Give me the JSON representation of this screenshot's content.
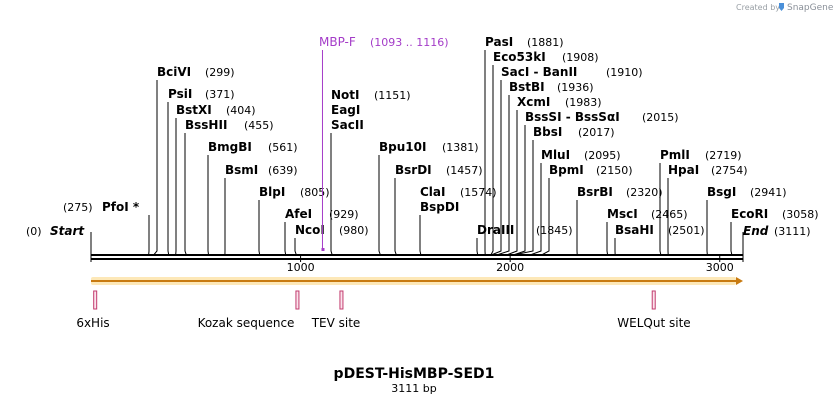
{
  "construct": {
    "name": "pDEST-HisMBP-SED1",
    "length_label": "3111 bp",
    "length": 3111
  },
  "branding": {
    "created_by": "Created by",
    "name": "SnapGene",
    "logo_color": "#4a90d9"
  },
  "colors": {
    "backbone": "#000000",
    "orf_arrow": "#f5b041",
    "orf_arrow_outline": "#c87a10",
    "primer": "#a43cc8",
    "feature_marker": "#c23b6e"
  },
  "ends": {
    "start": {
      "label": "Start",
      "pos": "(0)"
    },
    "end": {
      "label": "End",
      "pos": "(3111)"
    }
  },
  "ticks": [
    {
      "label": "1000",
      "value": 1000
    },
    {
      "label": "2000",
      "value": 2000
    },
    {
      "label": "3000",
      "value": 3000
    }
  ],
  "primer": {
    "name": "MBP-F",
    "range": "(1093 .. 1116)",
    "start": 1093,
    "end": 1116
  },
  "sites": [
    {
      "name": "PfoI *",
      "pos": "(275)",
      "value": 275
    },
    {
      "name": "BciVI",
      "pos": "(299)",
      "value": 299
    },
    {
      "name": "PsiI",
      "pos": "(371)",
      "value": 371
    },
    {
      "name": "BstXI",
      "pos": "(404)",
      "value": 404
    },
    {
      "name": "BssHII",
      "pos": "(455)",
      "value": 455
    },
    {
      "name": "BmgBI",
      "pos": "(561)",
      "value": 561
    },
    {
      "name": "BsmI",
      "pos": "(639)",
      "value": 639
    },
    {
      "name": "BlpI",
      "pos": "(805)",
      "value": 805
    },
    {
      "name": "AfeI",
      "pos": "(929)",
      "value": 929
    },
    {
      "name": "NcoI",
      "pos": "(980)",
      "value": 980
    },
    {
      "names": [
        "NotI",
        "EagI",
        "SacII"
      ],
      "pos": "(1151)",
      "value": 1151
    },
    {
      "name": "Bpu10I",
      "pos": "(1381)",
      "value": 1381
    },
    {
      "name": "BsrDI",
      "pos": "(1457)",
      "value": 1457
    },
    {
      "names": [
        "ClaI",
        "BspDI"
      ],
      "pos": "(1574)",
      "value": 1574
    },
    {
      "name": "DraIII",
      "pos": "(1845)",
      "value": 1845
    },
    {
      "name": "PasI",
      "pos": "(1881)",
      "value": 1881
    },
    {
      "name": "Eco53kI",
      "pos": "(1908)",
      "value": 1908
    },
    {
      "name": "SacI - BanII",
      "pos": "(1910)",
      "value": 1910
    },
    {
      "name": "BstBI",
      "pos": "(1936)",
      "value": 1936
    },
    {
      "name": "XcmI",
      "pos": "(1983)",
      "value": 1983
    },
    {
      "name": "BssSI - BssSαI",
      "pos": "(2015)",
      "value": 2015
    },
    {
      "name": "BbsI",
      "pos": "(2017)",
      "value": 2017
    },
    {
      "name": "MluI",
      "pos": "(2095)",
      "value": 2095
    },
    {
      "name": "BpmI",
      "pos": "(2150)",
      "value": 2150
    },
    {
      "name": "BsrBI",
      "pos": "(2320)",
      "value": 2320
    },
    {
      "name": "MscI",
      "pos": "(2465)",
      "value": 2465
    },
    {
      "name": "BsaHI",
      "pos": "(2501)",
      "value": 2501
    },
    {
      "name": "PmlI",
      "pos": "(2719)",
      "value": 2719
    },
    {
      "name": "HpaI",
      "pos": "(2754)",
      "value": 2754
    },
    {
      "name": "BsgI",
      "pos": "(2941)",
      "value": 2941
    },
    {
      "name": "EcoRI",
      "pos": "(3058)",
      "value": 3058
    }
  ],
  "features": [
    {
      "name": "6xHis",
      "value": 20
    },
    {
      "name": "Kozak sequence",
      "value": 985
    },
    {
      "name": "TEV site",
      "value": 1195
    },
    {
      "name": "WELQut site",
      "value": 2685
    }
  ]
}
